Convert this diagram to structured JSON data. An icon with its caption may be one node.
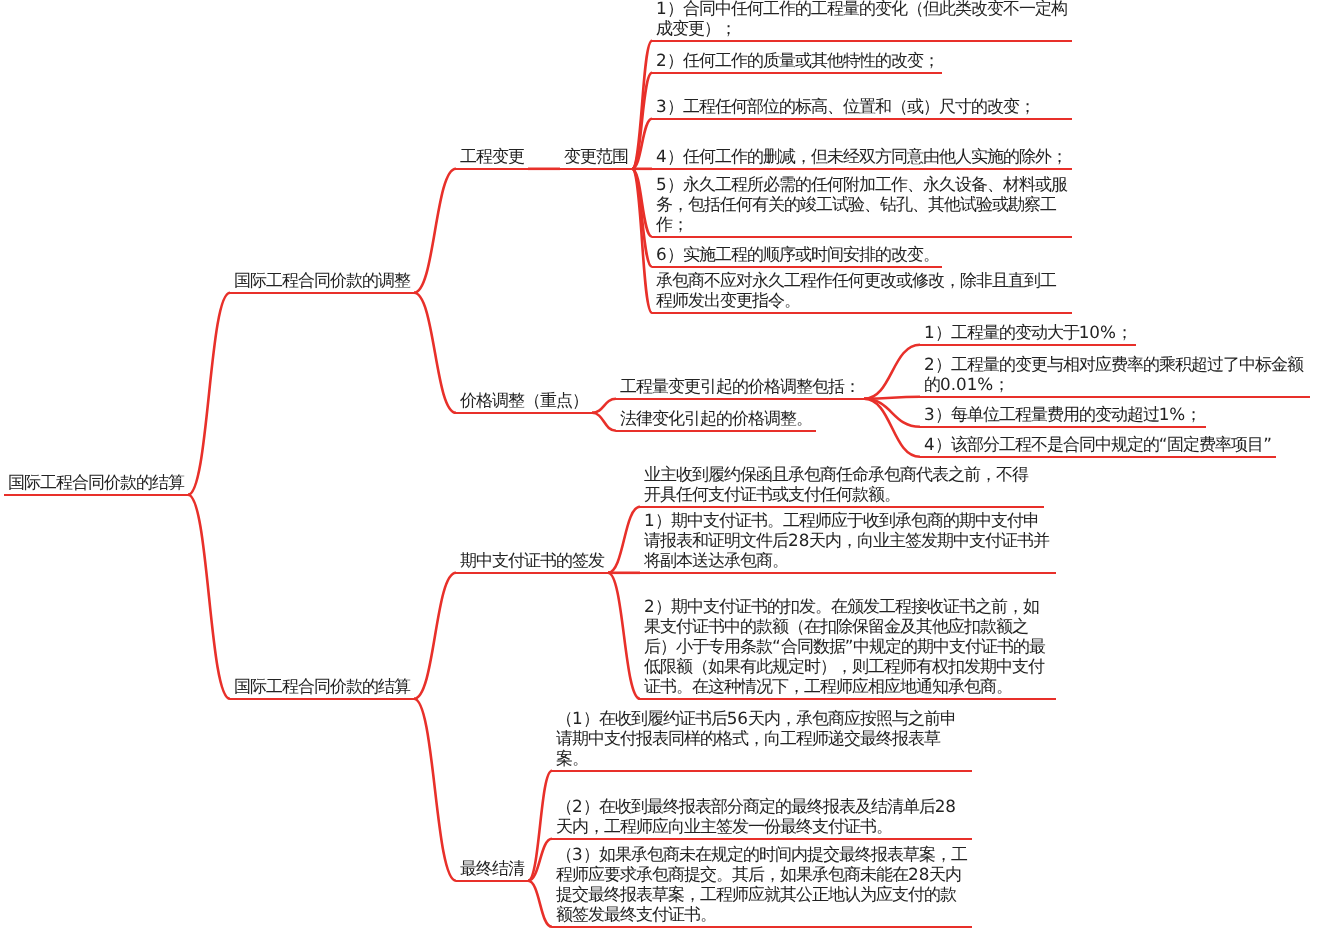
{
  "diagram": {
    "nodes": [
      {
        "text": [
          "国际工程合同价款的结算"
        ]
      },
      {
        "text": [
          "国际工程合同价款的调整"
        ]
      },
      {
        "text": [
          "工程变更"
        ]
      },
      {
        "text": [
          "变更范围"
        ]
      },
      {
        "text": [
          "1）合同中任何工作的工程量的变化（但此类改变不一定构成变更）；"
        ]
      },
      {
        "text": [
          "2）任何工作的质量或其他特性的改变；"
        ]
      },
      {
        "text": [
          "3）工程任何部位的标高、位置和（或）尺寸的改变；"
        ]
      },
      {
        "text": [
          "4）任何工作的删减，但未经双方同意由他人实施的除外；"
        ]
      },
      {
        "text": [
          "5）永久工程所必需的任何附加工作、永久设备、材料或服务，包括任何有关的竣工试验、钻孔、其他试验或勘察工作；"
        ]
      },
      {
        "text": [
          "6）实施工程的顺序或时间安排的改变。"
        ]
      },
      {
        "text": [
          "承包商不应对永久工程作任何更改或修改，除非且直到工程师发出变更指令。"
        ]
      },
      {
        "text": [
          "价格调整（重点）"
        ]
      },
      {
        "text": [
          "工程量变更引起的价格调整包括："
        ]
      },
      {
        "text": [
          "1）工程量的变动大于10%；"
        ]
      },
      {
        "text": [
          "2）工程量的变更与相对应费率的乘积超过了中标金额的0.01%；"
        ]
      },
      {
        "text": [
          "3）每单位工程量费用的变动超过1%；"
        ]
      },
      {
        "text": [
          "4）该部分工程不是合同中规定的“固定费率项目”"
        ]
      },
      {
        "text": [
          "法律变化引起的价格调整。"
        ]
      },
      {
        "text": [
          "国际工程合同价款的结算"
        ]
      },
      {
        "text": [
          "期中支付证书的签发"
        ]
      },
      {
        "text": [
          "业主收到履约保函且承包商任命承包商代表之前，不得开具任何支付证书或支付任何款额。"
        ]
      },
      {
        "text": [
          "1）期中支付证书。工程师应于收到承包商的期中支付申请报表和证明文件后28天内，向业主签发期中支付证书并将副本送达承包商。"
        ]
      },
      {
        "text": [
          "2）期中支付证书的扣发。在颁发工程接收证书之前，如果支付证书中的款额（在扣除保留金及其他应扣款额之后）小于专用条款“合同数据”中规定的期中支付证书的最低限额（如果有此规定时），则工程师有权扣发期中支付证书。在这种情况下，工程师应相应地通知承包商。"
        ]
      },
      {
        "text": [
          "最终结清"
        ]
      },
      {
        "text": [
          "（1）在收到履约证书后56天内，承包商应按照与之前申请期中支付报表同样的格式，向工程师递交最终报表草案。"
        ]
      },
      {
        "text": [
          "（2）在收到最终报表部分商定的最终报表及结清单后28天内，工程师应向业主签发一份最终支付证书。"
        ]
      },
      {
        "text": [
          "（3）如果承包商未在规定的时间内提交最终报表草案，工程师应要求承包商提交。其后，如果承包商未能在28天内提交最终报表草案，工程师应就其公正地认为应支付的款额签发最终支付证书。"
        ]
      }
    ],
    "edges": [
      {
        "from": 0,
        "to": 1,
        "arrow": "none"
      },
      {
        "from": 0,
        "to": 18,
        "arrow": "none"
      },
      {
        "from": 1,
        "to": 2,
        "arrow": "none"
      },
      {
        "from": 1,
        "to": 11,
        "arrow": "none"
      },
      {
        "from": 2,
        "to": 3,
        "arrow": "none"
      },
      {
        "from": 3,
        "to": 4,
        "arrow": "none"
      },
      {
        "from": 3,
        "to": 5,
        "arrow": "none"
      },
      {
        "from": 3,
        "to": 6,
        "arrow": "none"
      },
      {
        "from": 3,
        "to": 7,
        "arrow": "none"
      },
      {
        "from": 3,
        "to": 8,
        "arrow": "none"
      },
      {
        "from": 3,
        "to": 9,
        "arrow": "none"
      },
      {
        "from": 3,
        "to": 10,
        "arrow": "none"
      },
      {
        "from": 11,
        "to": 12,
        "arrow": "none"
      },
      {
        "from": 11,
        "to": 17,
        "arrow": "none"
      },
      {
        "from": 12,
        "to": 13,
        "arrow": "none"
      },
      {
        "from": 12,
        "to": 14,
        "arrow": "none"
      },
      {
        "from": 12,
        "to": 15,
        "arrow": "none"
      },
      {
        "from": 12,
        "to": 16,
        "arrow": "none"
      },
      {
        "from": 18,
        "to": 19,
        "arrow": "none"
      },
      {
        "from": 18,
        "to": 23,
        "arrow": "none"
      },
      {
        "from": 19,
        "to": 20,
        "arrow": "none"
      },
      {
        "from": 19,
        "to": 21,
        "arrow": "none"
      },
      {
        "from": 19,
        "to": 22,
        "arrow": "none"
      },
      {
        "from": 23,
        "to": 24,
        "arrow": "none"
      },
      {
        "from": 23,
        "to": 25,
        "arrow": "none"
      },
      {
        "from": 23,
        "to": 26,
        "arrow": "none"
      }
    ]
  }
}
